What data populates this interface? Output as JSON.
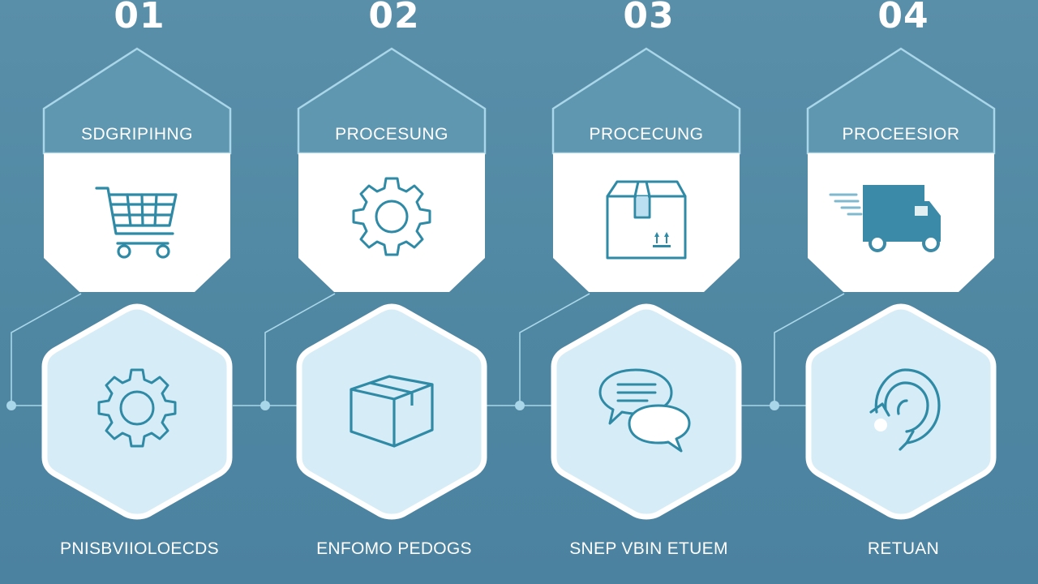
{
  "colors": {
    "background": "#5289a4",
    "card_header": "#5f97b1",
    "card_body": "#ffffff",
    "hex_fill": "#d6ecf6",
    "hex_border": "#ffffff",
    "icon_stroke": "#2f8aa6",
    "connector": "#a9d6e8"
  },
  "steps": [
    {
      "number": "01",
      "title": "SDGRIPIHNG",
      "card_icon": "shopping-cart-icon",
      "hex_icon": "gear-icon",
      "caption": "PNISBVIIOLOECDS"
    },
    {
      "number": "02",
      "title": "PROCESUNG",
      "card_icon": "gear-icon",
      "hex_icon": "box-icon",
      "caption": "ENFOMO PEDOGS"
    },
    {
      "number": "03",
      "title": "PROCECUNG",
      "card_icon": "package-icon",
      "hex_icon": "chat-bubbles-icon",
      "caption": "SNEP VBIN ETUEM"
    },
    {
      "number": "04",
      "title": "PROCEESIOR",
      "card_icon": "delivery-truck-icon",
      "hex_icon": "refresh-icon",
      "caption": "RETUAN"
    }
  ]
}
